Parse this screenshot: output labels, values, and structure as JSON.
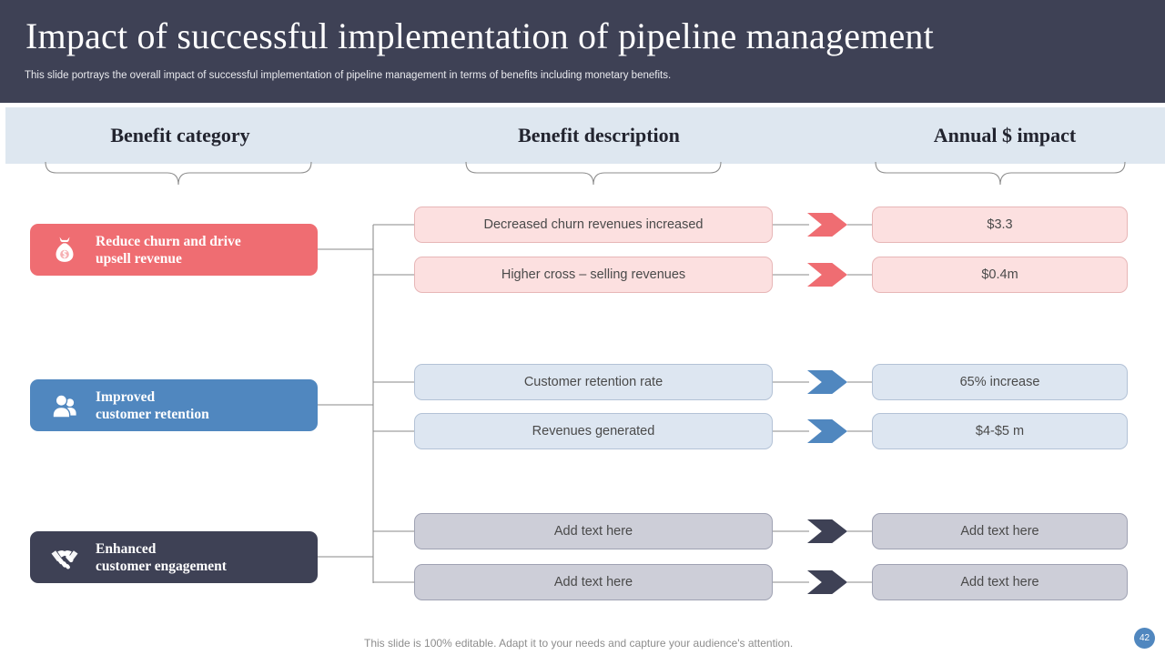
{
  "header": {
    "title": "Impact of successful implementation of pipeline management",
    "subtitle": "This slide portrays the overall impact of successful implementation of pipeline management in terms of benefits including monetary benefits.",
    "background_color": "#3e4155"
  },
  "columns": {
    "band_color": "#dee7f0",
    "headers": [
      {
        "label": "Benefit category"
      },
      {
        "label": "Benefit description"
      },
      {
        "label": "Annual $ impact"
      }
    ]
  },
  "rows": [
    {
      "category_label": "Reduce churn and drive\nupsell revenue",
      "icon": "money-bag-icon",
      "accent_color": "#ef6d72",
      "pill_color": "#fce0e0",
      "items": [
        {
          "description": "Decreased churn  revenues  increased",
          "value": "$3.3"
        },
        {
          "description": "Higher cross – selling revenues",
          "value": "$0.4m"
        }
      ]
    },
    {
      "category_label": "Improved\ncustomer retention",
      "icon": "people-icon",
      "accent_color": "#5087bf",
      "pill_color": "#dde6f1",
      "items": [
        {
          "description": "Customer retention rate",
          "value": "65% increase"
        },
        {
          "description": "Revenues  generated",
          "value": "$4-$5 m"
        }
      ]
    },
    {
      "category_label": "Enhanced\ncustomer engagement",
      "icon": "handshake-icon",
      "accent_color": "#3e4155",
      "pill_color": "#cdced8",
      "items": [
        {
          "description": "Add text here",
          "value": "Add text here"
        },
        {
          "description": "Add text here",
          "value": "Add text here"
        }
      ]
    }
  ],
  "footer": {
    "note": "This slide is 100% editable. Adapt it to your needs and capture your audience's attention.",
    "page_number": "42",
    "page_badge_color": "#5087bf"
  }
}
